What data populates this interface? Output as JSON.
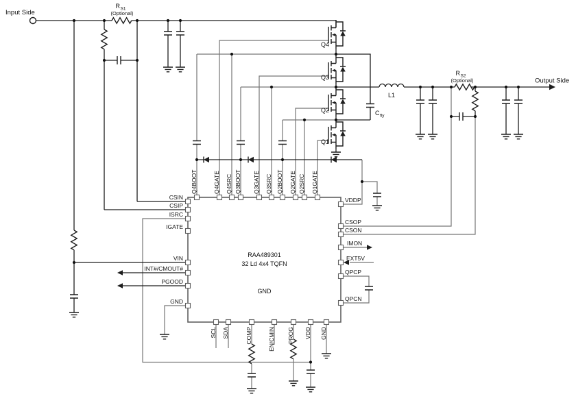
{
  "io": {
    "input": "Input Side",
    "output": "Output Side"
  },
  "parts": {
    "rs1": {
      "ref": "R",
      "sub": "S1",
      "note": "(Optional)"
    },
    "rs2": {
      "ref": "R",
      "sub": "S2",
      "note": "(Optional)"
    },
    "l1": "L1",
    "cfly": {
      "ref": "C",
      "sub": "fly"
    },
    "q4": "Q4",
    "q3": "Q3",
    "q2": "Q2",
    "q1": "Q1"
  },
  "ic": {
    "part": "RAA489301",
    "package": "32 Ld 4x4 TQFN",
    "pad": "GND",
    "pins_top": [
      "Q4BOOT",
      "Q4GATE",
      "Q4SRC",
      "Q3BOOT",
      "Q3GATE",
      "Q3SRC",
      "Q2BOOT",
      "Q2GATE",
      "Q2SRC",
      "Q1GATE"
    ],
    "pins_left": [
      "CSIN",
      "CSIP",
      "ISRC",
      "IGATE",
      "VIN",
      "INT#/CMOUT#",
      "PGOOD",
      "GND"
    ],
    "pins_right": [
      "VDDP",
      "CSOP",
      "CSON",
      "IMON",
      "EXT5V",
      "QPCP",
      "QPCN"
    ],
    "pins_bottom": [
      "SCL",
      "SDA",
      "COMP",
      "EN/CMIN",
      "PROG",
      "VDD",
      "GND"
    ]
  }
}
